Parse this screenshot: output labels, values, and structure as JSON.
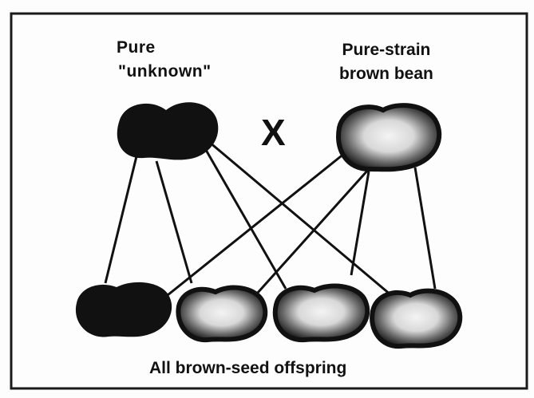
{
  "parents": {
    "left_label_line1": "Pure",
    "left_label_line2": "\"unknown\"",
    "right_label_line1": "Pure-strain",
    "right_label_line2": "brown bean",
    "cross_symbol": "X"
  },
  "offspring": {
    "caption": "All brown-seed offspring"
  },
  "colors": {
    "bean_dark": "#111111",
    "bean_speckle": "#e8e8e8",
    "line": "#111111",
    "frame": "#1a1a1a",
    "background": "#fdfdfd"
  }
}
